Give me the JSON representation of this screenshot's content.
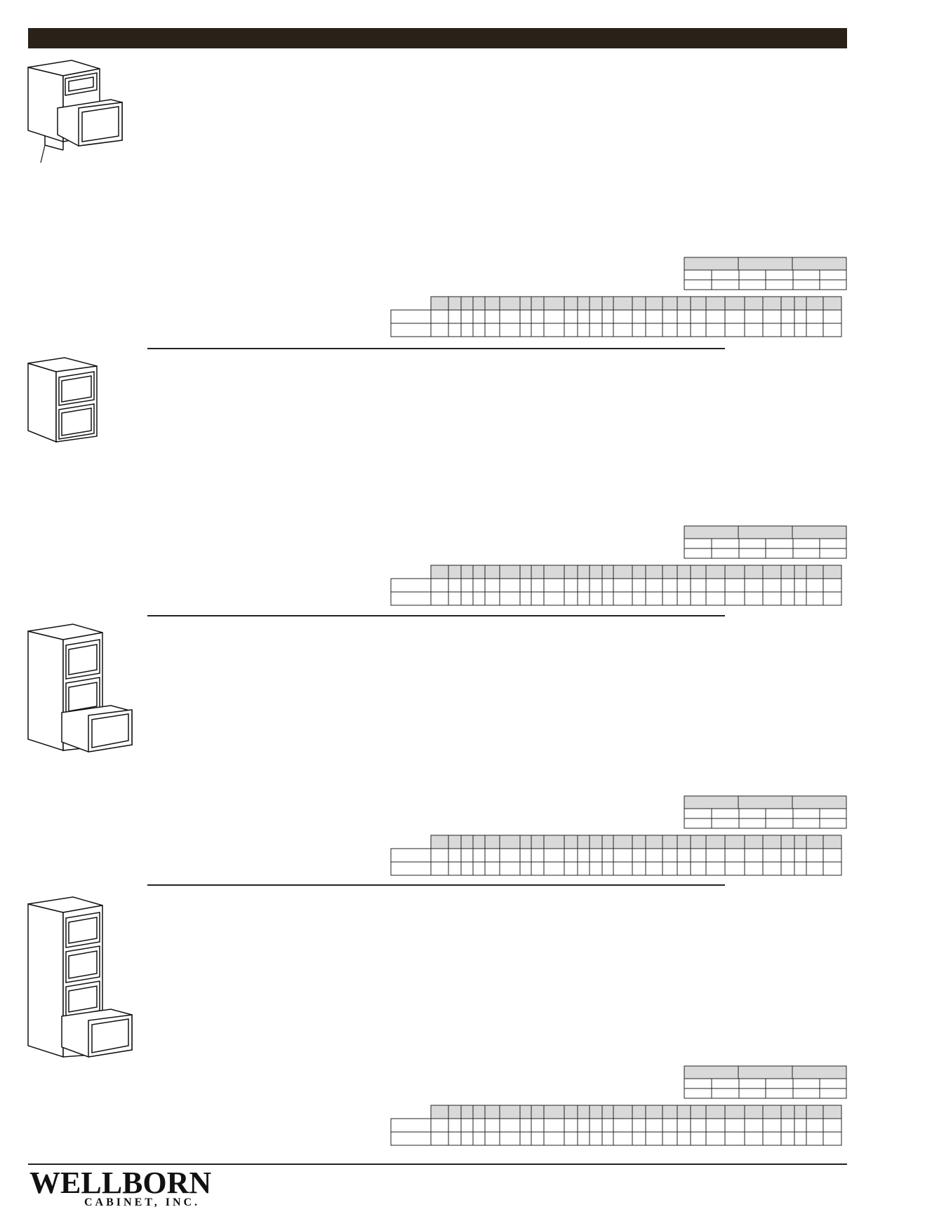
{
  "brand": {
    "logo_text": "WELLBORN",
    "logo_subtext": "CABINET, INC.",
    "header_bar_color": "#2a2118",
    "table_header_fill": "#d9d9d9"
  },
  "sections": [
    {
      "id": "drawer-base-1",
      "illustration": "cabinet-two-drawers-one-open-icon"
    },
    {
      "id": "drawer-base-2",
      "illustration": "cabinet-two-drawers-icon"
    },
    {
      "id": "drawer-base-3",
      "illustration": "cabinet-three-drawers-icon"
    },
    {
      "id": "drawer-base-4",
      "illustration": "cabinet-four-drawers-icon"
    }
  ]
}
